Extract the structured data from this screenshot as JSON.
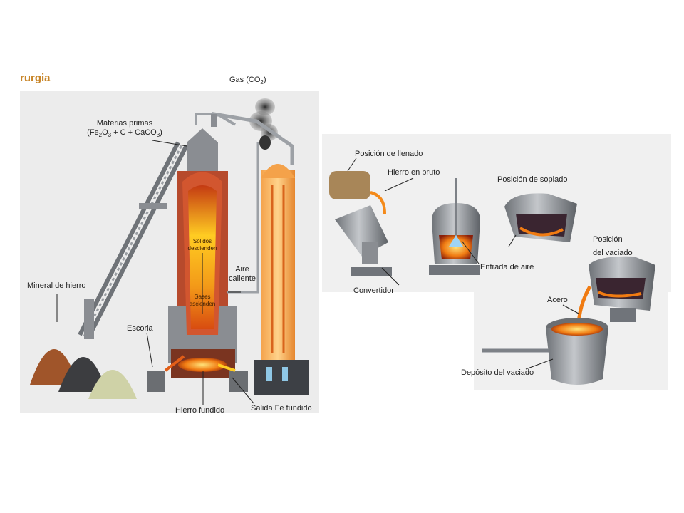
{
  "header": {
    "title": "rurgia"
  },
  "furnace": {
    "gas": "Gas (CO",
    "gas_sub": "2",
    "gas_close": ")",
    "raw_line1": "Materias primas",
    "raw_line2_a": "(Fe",
    "raw_line2_b": "2",
    "raw_line2_c": "O",
    "raw_line2_d": "3",
    "raw_line2_e": "  + C + CaCO",
    "raw_line2_f": "3",
    "raw_line2_g": ")",
    "solids_1": "Sólidos",
    "solids_2": "descienden",
    "gases_1": "Gases",
    "gases_2": "ascienden",
    "hot_air_1": "Aire",
    "hot_air_2": "caliente",
    "ore": "Mineral de hierro",
    "slag": "Escoria",
    "molten_iron": "Hierro fundido",
    "outlet": "Salida Fe fundido"
  },
  "converter": {
    "fill_position": "Posición de llenado",
    "pig_iron": "Hierro en bruto",
    "blow_position": "Posición de soplado",
    "converter": "Convertidor",
    "air_inlet": "Entrada de aire",
    "pour_1": "Posición",
    "pour_2": "del vaciado",
    "steel": "Acero",
    "ladle": "Depósito del vaciado"
  },
  "colors": {
    "title": "#c8862a",
    "metal": "#8a8d92",
    "hot": "#f08a1a",
    "brick": "#c0442a"
  }
}
